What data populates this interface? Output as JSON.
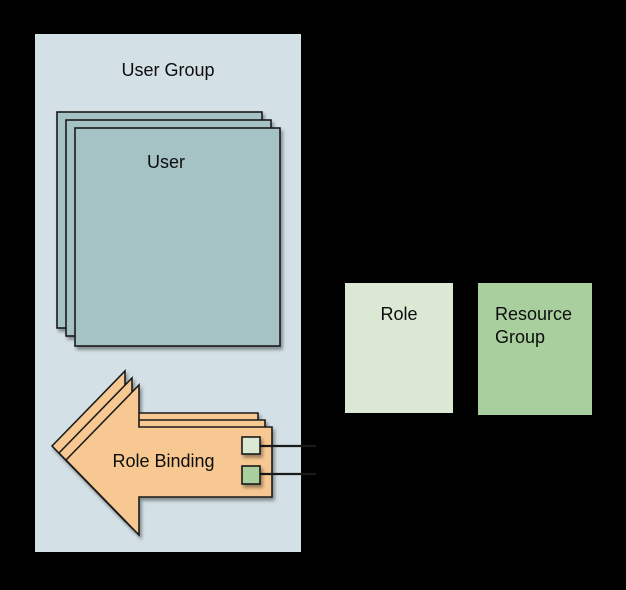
{
  "canvas": {
    "background": "#000000"
  },
  "diagram": {
    "user_group": {
      "label": "User Group",
      "fill": "#d3e0e5"
    },
    "user": {
      "label": "User",
      "fill": "#a5c2c5",
      "stack_count": 3
    },
    "role_binding": {
      "label": "Role Binding",
      "fill": "#f8c892",
      "stack_count": 3
    },
    "role": {
      "label": "Role",
      "fill": "#dbe8d3"
    },
    "resource_group": {
      "label": "Resource Group",
      "fill": "#a9cf9e"
    },
    "ports": {
      "role_port_fill": "#dbe8d3",
      "resource_port_fill": "#a9cf9e"
    },
    "stroke_color": "#1a1a1a"
  }
}
